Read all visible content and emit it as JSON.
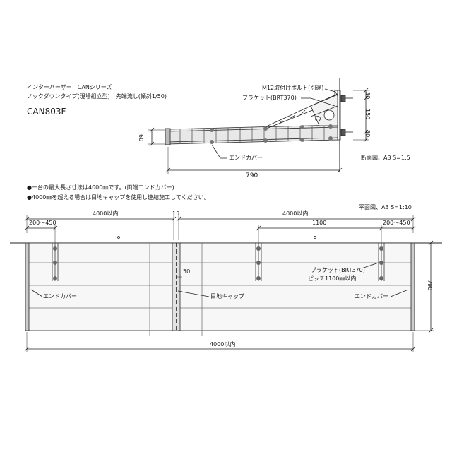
{
  "header": {
    "series_line": "インターバーザー　CANシリーズ",
    "type_line": "ノックダウンタイプ(現場組立型)　先端流し(傾斜1/50)",
    "model": "CAN803F"
  },
  "section_view": {
    "bolt_label": "M12取付けボルト(別途)",
    "bracket_label": "ブラケット(BRT370)",
    "endcover_label": "エンドカバー",
    "dim_height": "60",
    "dim_150": "150",
    "dim_30a": "30",
    "dim_30b": "30",
    "dim_depth": "790",
    "caption": "断面図、A3 S=1:5"
  },
  "notes": [
    "●一台の最大長さ寸法は4000㎜です。(両端エンドカバー)",
    "●4000㎜を超える場合は目地キャップを使用し連結施工してください。"
  ],
  "plan_view": {
    "caption": "平面図、A3 S=1:10",
    "dim_left_max": "4000以内",
    "dim_gap": "15",
    "dim_right_max": "4000以内",
    "dim_left_offset": "200～450",
    "dim_pitch": "1100",
    "dim_right_offset": "200～450",
    "dim_50": "50",
    "dim_790": "790",
    "dim_total": "4000以内",
    "endcover_left": "エンドカバー",
    "joint_cap": "目地キャップ",
    "bracket_pitch_1": "ブラケット(BRT370)",
    "bracket_pitch_2": "ピッチ1100㎜以内",
    "endcover_right": "エンドカバー"
  }
}
